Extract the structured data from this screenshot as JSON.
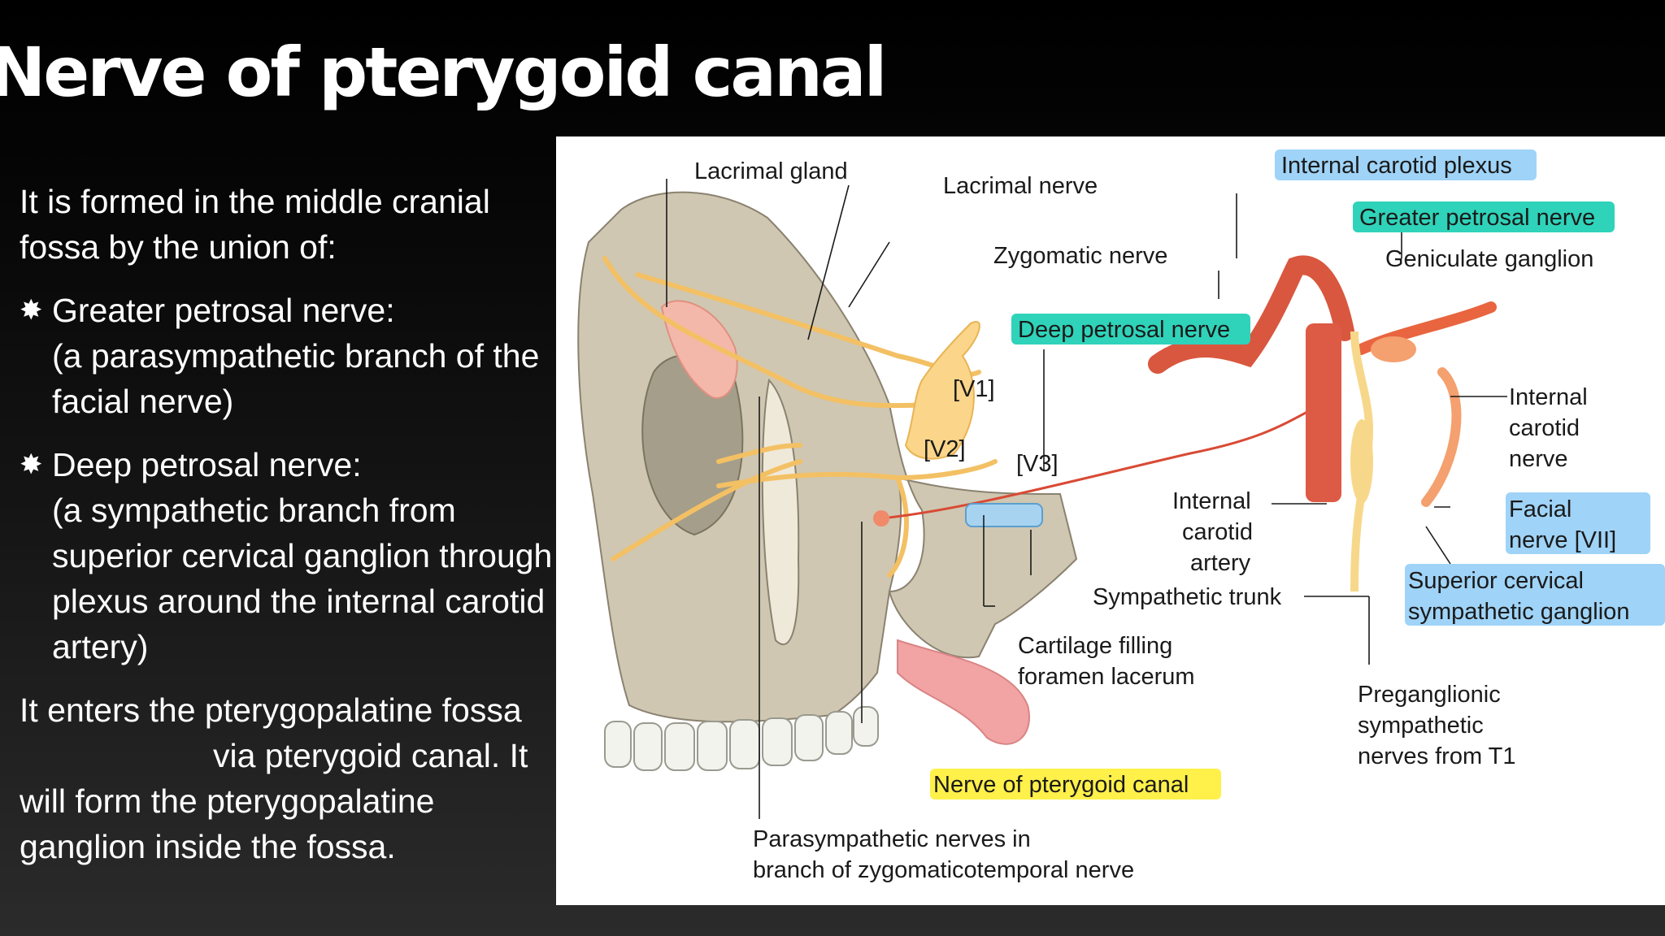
{
  "slide": {
    "title": "Nerve of pterygoid canal",
    "intro": "It is formed in the middle cranial fossa by the union of:",
    "bullets": [
      {
        "name": "Greater petrosal nerve:",
        "detail": "(a parasympathetic branch of the facial nerve)"
      },
      {
        "name": "Deep petrosal nerve:",
        "detail": "(a sympathetic branch from superior cervical ganglion through plexus around the internal carotid artery)"
      }
    ],
    "outro_part1": "It enters the pterygopalatine fossa",
    "outro_part2": "via pterygoid canal. It will form the pterygopalatine ganglion inside the fossa.",
    "bullet_glyph": "✸"
  },
  "diagram": {
    "labels": {
      "lacrimal_gland": "Lacrimal gland",
      "lacrimal_nerve": "Lacrimal nerve",
      "zygomatic_nerve": "Zygomatic nerve",
      "internal_carotid_plexus": "Internal carotid plexus",
      "greater_petrosal_nerve": "Greater petrosal nerve",
      "geniculate_ganglion": "Geniculate ganglion",
      "deep_petrosal_nerve": "Deep petrosal nerve",
      "v1": "[V1]",
      "v2": "[V2]",
      "v3": "[V3]",
      "internal_carotid_nerve_1": "Internal",
      "internal_carotid_nerve_2": "carotid",
      "internal_carotid_nerve_3": "nerve",
      "internal_carotid_artery_1": "Internal",
      "internal_carotid_artery_2": "carotid",
      "internal_carotid_artery_3": "artery",
      "facial_nerve_1": "Facial",
      "facial_nerve_2": "nerve [VII]",
      "superior_cervical_1": "Superior cervical",
      "superior_cervical_2": "sympathetic ganglion",
      "sympathetic_trunk": "Sympathetic trunk",
      "cartilage_1": "Cartilage filling",
      "cartilage_2": "foramen lacerum",
      "preganglionic_1": "Preganglionic",
      "preganglionic_2": "sympathetic",
      "preganglionic_3": "nerves from T1",
      "nerve_pterygoid_canal": "Nerve of pterygoid canal",
      "parasympathetic_1": "Parasympathetic nerves in",
      "parasympathetic_2": "branch of zygomaticotemporal nerve"
    },
    "highlight_colors": {
      "blue": "#9fd3f7",
      "teal": "#2fd3b9",
      "yellow": "#fff04a"
    }
  }
}
